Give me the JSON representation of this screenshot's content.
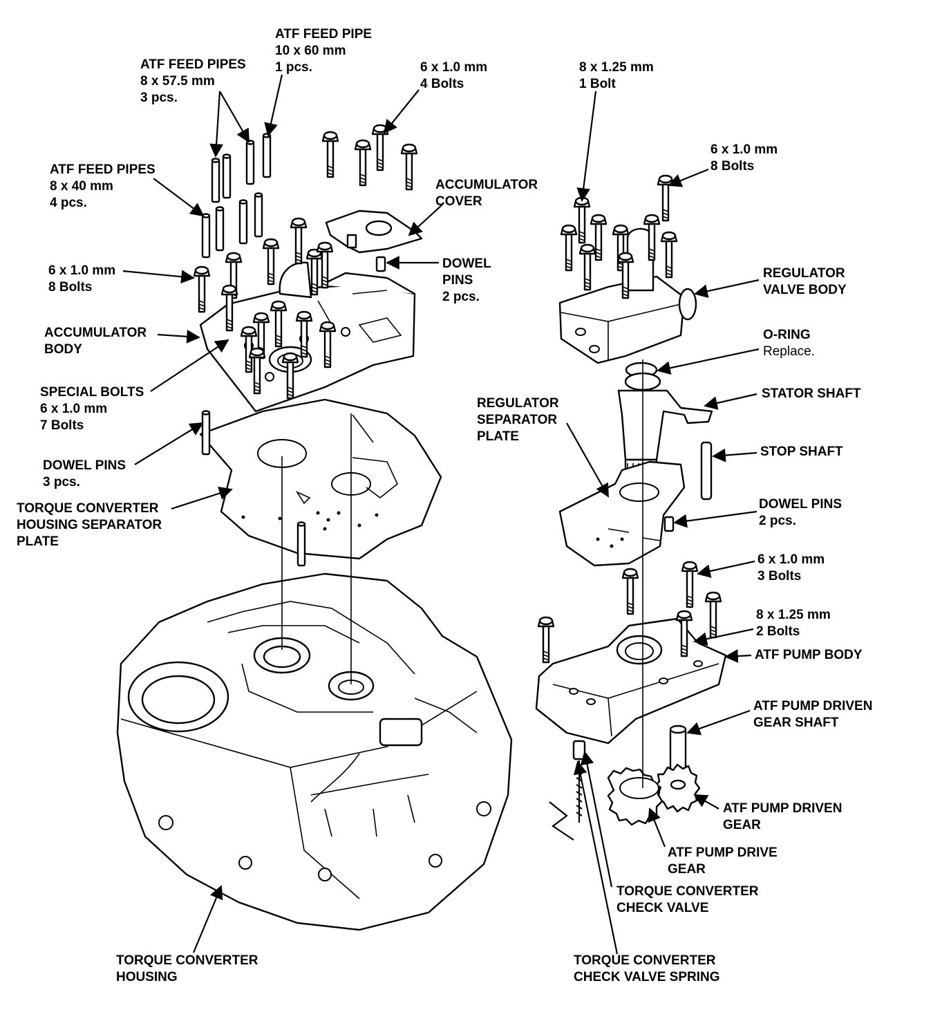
{
  "labels": {
    "atf_feed_pipe_10x60": [
      "ATF FEED PIPE",
      "10 x 60 mm",
      "1 pcs."
    ],
    "atf_feed_pipes_8x57": [
      "ATF FEED PIPES",
      "8 x 57.5 mm",
      "3 pcs."
    ],
    "atf_feed_pipes_8x40": [
      "ATF FEED PIPES",
      "8 x 40 mm",
      "4 pcs."
    ],
    "bolts_6x1_4": [
      "6 x 1.0 mm",
      "4 Bolts"
    ],
    "accumulator_cover": [
      "ACCUMULATOR",
      "COVER"
    ],
    "dowel_pins_2_top": [
      "DOWEL",
      "PINS",
      "2 pcs."
    ],
    "bolts_6x1_8_left": [
      "6 x 1.0 mm",
      "8 Bolts"
    ],
    "accumulator_body": [
      "ACCUMULATOR",
      "BODY"
    ],
    "special_bolts": [
      "SPECIAL BOLTS",
      "6 x 1.0 mm",
      "7 Bolts"
    ],
    "dowel_pins_3": [
      "DOWEL PINS",
      "3 pcs."
    ],
    "tc_housing_sep_plate": [
      "TORQUE CONVERTER",
      "HOUSING SEPARATOR",
      "PLATE"
    ],
    "tc_housing": [
      "TORQUE CONVERTER",
      "HOUSING"
    ],
    "bolts_8x125_1": [
      "8 x 1.25 mm",
      "1 Bolt"
    ],
    "bolts_6x1_8_right": [
      "6 x 1.0 mm",
      "8 Bolts"
    ],
    "regulator_valve_body": [
      "REGULATOR",
      "VALVE BODY"
    ],
    "o_ring": [
      "O-RING"
    ],
    "o_ring_note": "Replace.",
    "stator_shaft": [
      "STATOR SHAFT"
    ],
    "regulator_sep_plate": [
      "REGULATOR",
      "SEPARATOR",
      "PLATE"
    ],
    "stop_shaft": [
      "STOP SHAFT"
    ],
    "dowel_pins_2_right": [
      "DOWEL PINS",
      "2 pcs."
    ],
    "bolts_6x1_3": [
      "6 x 1.0 mm",
      "3 Bolts"
    ],
    "bolts_8x125_2": [
      "8 x 1.25 mm",
      "2 Bolts"
    ],
    "atf_pump_body": [
      "ATF PUMP BODY"
    ],
    "atf_pump_driven_gear_shaft": [
      "ATF PUMP DRIVEN",
      "GEAR SHAFT"
    ],
    "atf_pump_driven_gear": [
      "ATF PUMP DRIVEN",
      "GEAR"
    ],
    "atf_pump_drive_gear": [
      "ATF PUMP DRIVE",
      "GEAR"
    ],
    "tc_check_valve": [
      "TORQUE CONVERTER",
      "CHECK VALVE"
    ],
    "tc_check_valve_spring": [
      "TORQUE CONVERTER",
      "CHECK VALVE SPRING"
    ]
  }
}
